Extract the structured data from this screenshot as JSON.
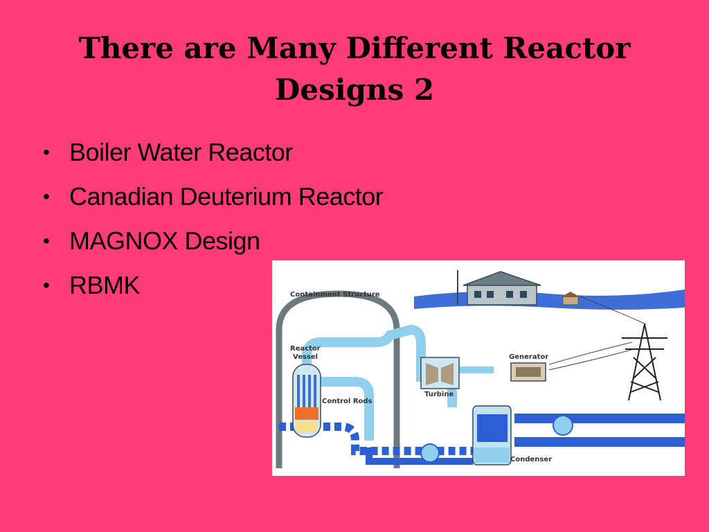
{
  "slide": {
    "title": "There are Many Different Reactor Designs 2",
    "bullets": [
      "Boiler Water Reactor",
      "Canadian Deuterium Reactor",
      "MAGNOX Design",
      "RBMK"
    ]
  },
  "diagram": {
    "labels": {
      "containment": "Containment Structure",
      "reactor_vessel_1": "Reactor",
      "reactor_vessel_2": "Vessel",
      "control_rods": "Control Rods",
      "turbine": "Turbine",
      "generator": "Generator",
      "condenser": "Condenser"
    }
  }
}
